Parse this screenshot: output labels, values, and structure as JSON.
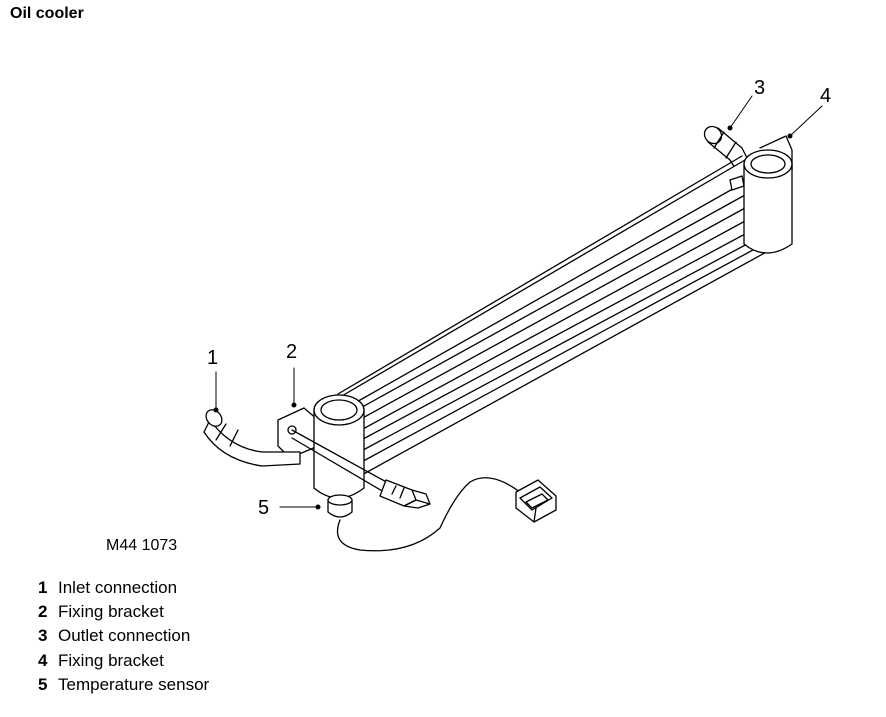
{
  "title": "Oil cooler",
  "figure_ref": "M44 1073",
  "callouts": [
    "1",
    "2",
    "3",
    "4",
    "5"
  ],
  "legend": [
    {
      "num": "1",
      "label": "Inlet connection"
    },
    {
      "num": "2",
      "label": "Fixing bracket"
    },
    {
      "num": "3",
      "label": "Outlet connection"
    },
    {
      "num": "4",
      "label": "Fixing bracket"
    },
    {
      "num": "5",
      "label": "Temperature sensor"
    }
  ]
}
